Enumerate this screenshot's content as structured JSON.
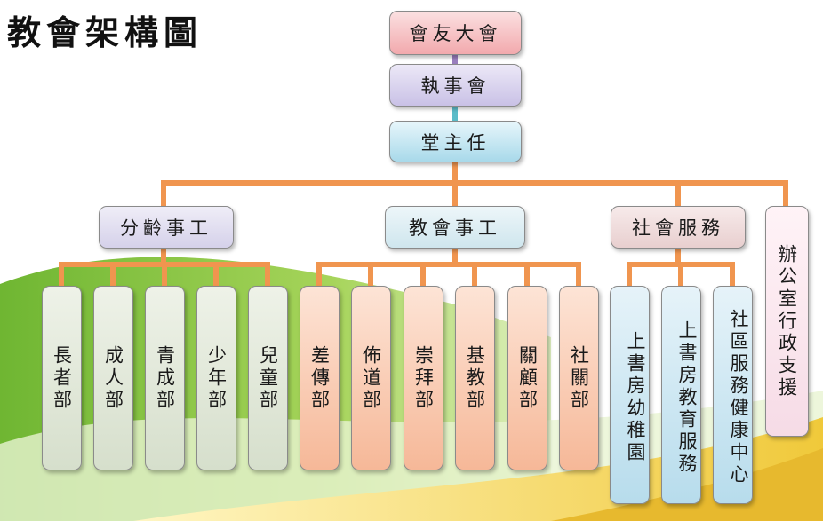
{
  "title": "教會架構圖",
  "top": {
    "assembly": "會友大會",
    "committee": "執事會",
    "director": "堂主任"
  },
  "divisions": {
    "age": "分齡事工",
    "church": "教會事工",
    "social": "社會服務",
    "admin": "辦公室行政支援"
  },
  "age_depts": [
    "長者部",
    "成人部",
    "青成部",
    "少年部",
    "兒童部"
  ],
  "church_depts": [
    "差傳部",
    "佈道部",
    "崇拜部",
    "基教部",
    "關顧部",
    "社關部"
  ],
  "social_depts": [
    "上書房幼稚園",
    "上書房教育服務",
    "社區服務健康中心"
  ],
  "colors": {
    "connector": "#f0954f",
    "top_link_1": "#9b7fbf",
    "top_link_2": "#5bbcc9",
    "wave_green": "#8cc63f",
    "wave_yellow": "#f2d64a"
  }
}
